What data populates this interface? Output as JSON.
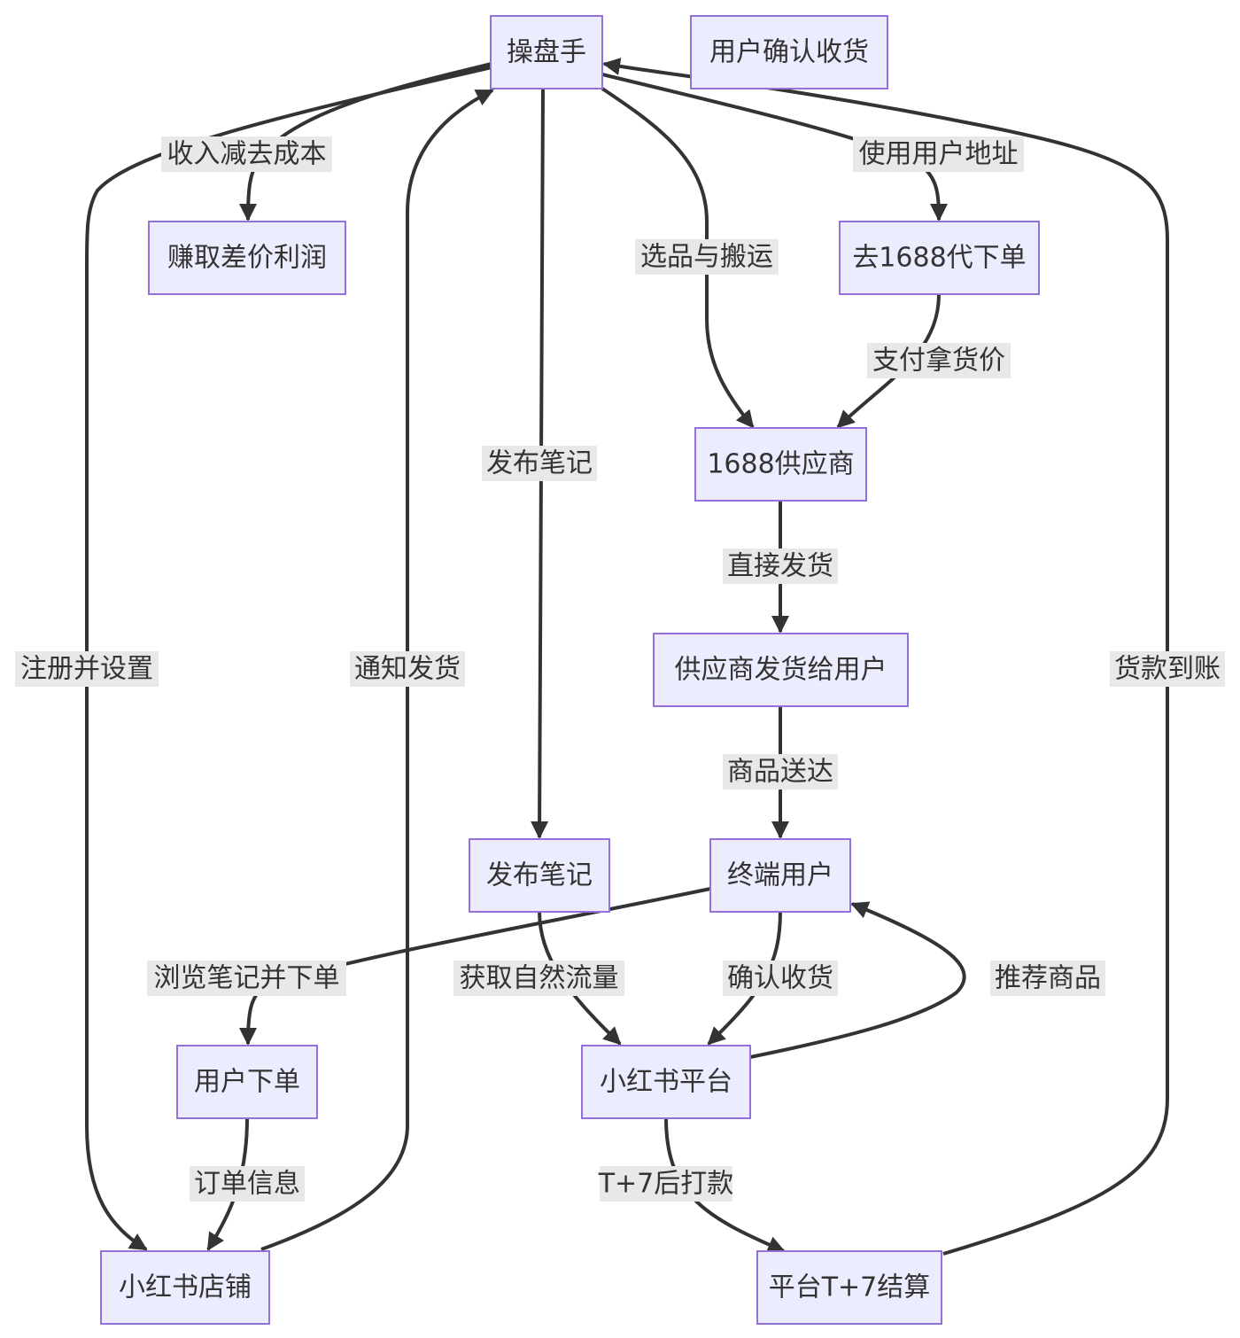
{
  "nodes": {
    "operator": "操盘手",
    "user_confirm": "用户确认收货",
    "profit": "赚取差价利润",
    "order_1688": "去1688代下单",
    "supplier": "1688供应商",
    "supplier_ship": "供应商发货给用户",
    "end_user": "终端用户",
    "publish_note": "发布笔记",
    "user_order": "用户下单",
    "platform": "小红书平台",
    "store": "小红书店铺",
    "settlement": "平台T+7结算"
  },
  "edges": {
    "income_minus_cost": "收入减去成本",
    "use_user_address": "使用用户地址",
    "select_and_move": "选品与搬运",
    "pay_goods_price": "支付拿货价",
    "publish_note": "发布笔记",
    "direct_ship": "直接发货",
    "goods_delivered": "商品送达",
    "register_setup": "注册并设置",
    "notify_ship": "通知发货",
    "payment_arrived": "货款到账",
    "browse_and_order": "浏览笔记并下单",
    "natural_traffic": "获取自然流量",
    "confirm_receipt": "确认收货",
    "recommend_goods": "推荐商品",
    "order_info": "订单信息",
    "t7_payout": "T+7后打款"
  }
}
